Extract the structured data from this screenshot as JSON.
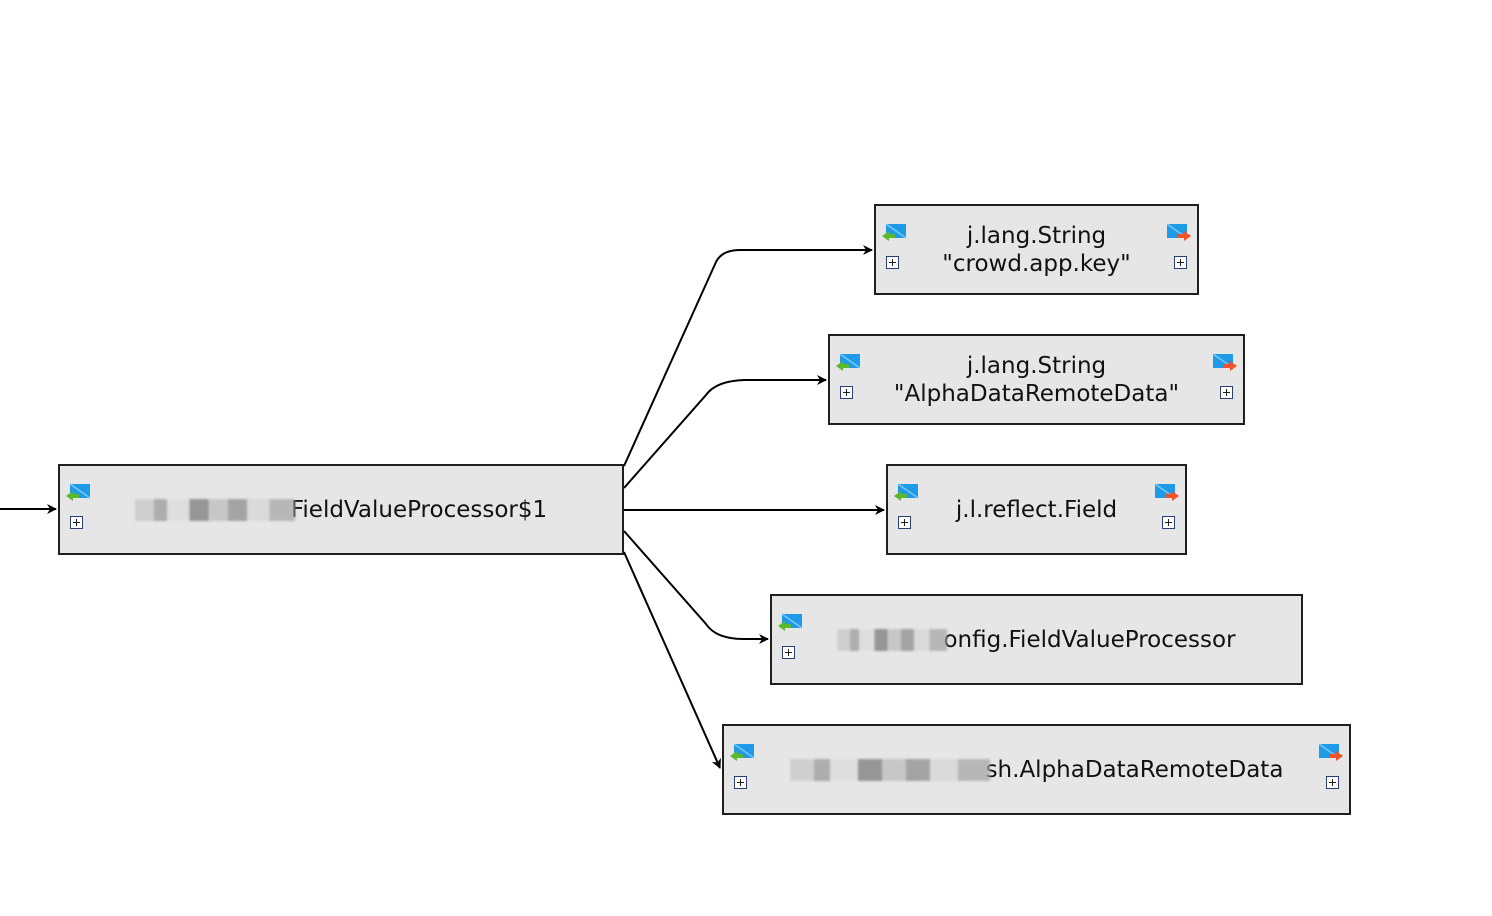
{
  "graph": {
    "root": {
      "label_visible": "FieldValueProcessor$1",
      "label_blurred": true
    },
    "children": [
      {
        "line1": "j.lang.String",
        "line2": "\"crowd.app.key\""
      },
      {
        "line1": "j.lang.String",
        "line2": "\"AlphaDataRemoteData\""
      },
      {
        "line1": "j.l.reflect.Field",
        "line2": ""
      },
      {
        "line1": "onfig.FieldValueProcessor",
        "line2": "",
        "label_blurred": true
      },
      {
        "line1": "sh.AlphaDataRemoteData",
        "line2": "",
        "label_blurred": true
      }
    ]
  },
  "icons": {
    "incoming": "incoming-references-icon",
    "outgoing": "outgoing-references-icon",
    "expand": "expand-plus-icon"
  },
  "colors": {
    "node_fill": "#e6e6e6",
    "node_border": "#1f1f1f",
    "edge": "#000000",
    "icon_blue": "#1e9be8",
    "icon_green": "#5cb82e",
    "icon_orange": "#f0532a"
  }
}
